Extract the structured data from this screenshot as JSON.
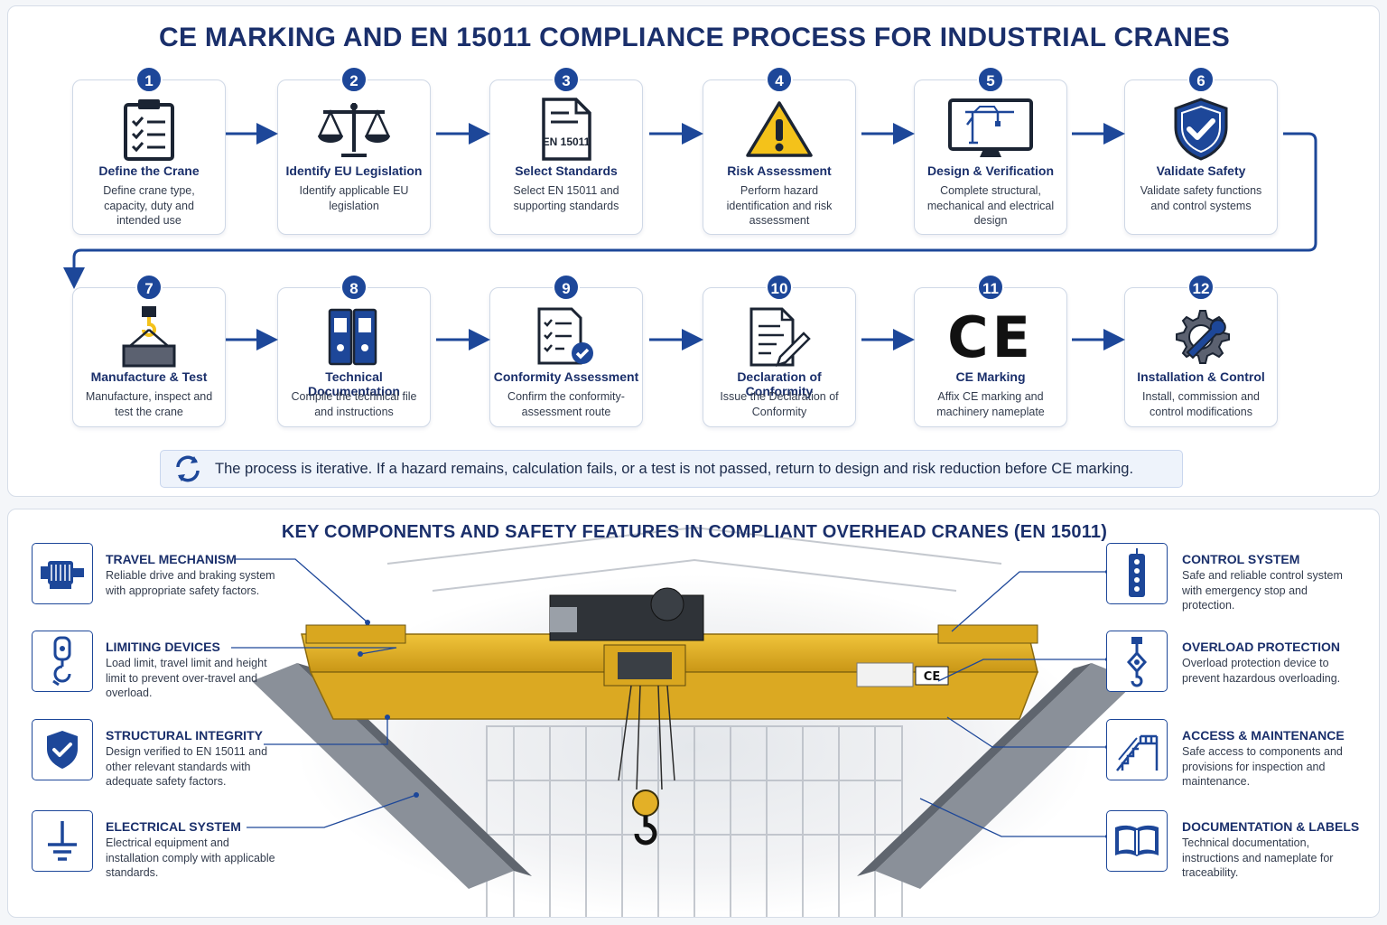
{
  "main_title": "CE MARKING AND EN 15011 COMPLIANCE PROCESS FOR INDUSTRIAL CRANES",
  "steps": [
    {
      "num": "1",
      "title": "Define the Crane",
      "desc": "Define crane type, capacity, duty and intended use",
      "icon": "clipboard-checklist-icon"
    },
    {
      "num": "2",
      "title": "Identify EU Legislation",
      "desc": "Identify applicable EU legislation",
      "icon": "scales-of-justice-icon"
    },
    {
      "num": "3",
      "title": "Select Standards",
      "desc": "Select EN 15011 and supporting standards",
      "icon": "standard-document-icon",
      "doc_label": "EN 15011"
    },
    {
      "num": "4",
      "title": "Risk Assessment",
      "desc": "Perform hazard identification and risk assessment",
      "icon": "warning-triangle-icon"
    },
    {
      "num": "5",
      "title": "Design & Verification",
      "desc": "Complete structural, mechanical and electrical design",
      "icon": "monitor-crane-design-icon"
    },
    {
      "num": "6",
      "title": "Validate Safety",
      "desc": "Validate safety functions and control systems",
      "icon": "shield-check-icon"
    },
    {
      "num": "7",
      "title": "Manufacture & Test",
      "desc": "Manufacture, inspect and test the crane",
      "icon": "hook-load-icon"
    },
    {
      "num": "8",
      "title": "Technical Documentation",
      "desc": "Compile the technical file and instructions",
      "icon": "binders-icon"
    },
    {
      "num": "9",
      "title": "Conformity Assessment",
      "desc": "Confirm the conformity-assessment route",
      "icon": "checklist-approved-icon"
    },
    {
      "num": "10",
      "title": "Declaration of Conformity",
      "desc": "Issue the Declaration of Conformity",
      "icon": "document-pen-icon"
    },
    {
      "num": "11",
      "title": "CE Marking",
      "desc": "Affix CE marking and machinery nameplate",
      "icon": "ce-mark-icon",
      "mark": "CE"
    },
    {
      "num": "12",
      "title": "Installation & Control",
      "desc": "Install, commission and control modifications",
      "icon": "gear-wrench-icon"
    }
  ],
  "note": {
    "text": "The process is iterative. If a hazard remains, calculation fails, or a test is not passed, return to design and risk reduction before CE marking.",
    "icon": "refresh-cycle-icon"
  },
  "sub_title": "KEY COMPONENTS AND SAFETY FEATURES IN COMPLIANT OVERHEAD CRANES (EN 15011)",
  "features_left": [
    {
      "title": "TRAVEL MECHANISM",
      "desc": "Reliable drive and braking system with appropriate safety factors.",
      "icon": "motor-icon"
    },
    {
      "title": "LIMITING DEVICES",
      "desc": "Load limit, travel limit and height limit to prevent over-travel and overload.",
      "icon": "limit-switch-icon"
    },
    {
      "title": "STRUCTURAL INTEGRITY",
      "desc": "Design verified to EN 15011 and other relevant standards with adequate safety factors.",
      "icon": "shield-check-icon"
    },
    {
      "title": "ELECTRICAL SYSTEM",
      "desc": "Electrical equipment and installation comply with applicable standards.",
      "icon": "ground-symbol-icon"
    }
  ],
  "features_right": [
    {
      "title": "CONTROL SYSTEM",
      "desc": "Safe and reliable control system with emergency stop and protection.",
      "icon": "pendant-control-icon"
    },
    {
      "title": "OVERLOAD PROTECTION",
      "desc": "Overload protection device to prevent hazardous overloading.",
      "icon": "load-cell-hook-icon"
    },
    {
      "title": "ACCESS & MAINTENANCE",
      "desc": "Safe access to components and provisions for inspection and maintenance.",
      "icon": "stairs-platform-icon"
    },
    {
      "title": "DOCUMENTATION & LABELS",
      "desc": "Technical documentation, instructions and nameplate for traceability.",
      "icon": "open-book-icon"
    }
  ],
  "crane_label": "CE",
  "colors": {
    "primary": "#1d4799",
    "title": "#1a2f6b",
    "warning": "#f4c21a",
    "crane_yellow": "#e7b425"
  }
}
